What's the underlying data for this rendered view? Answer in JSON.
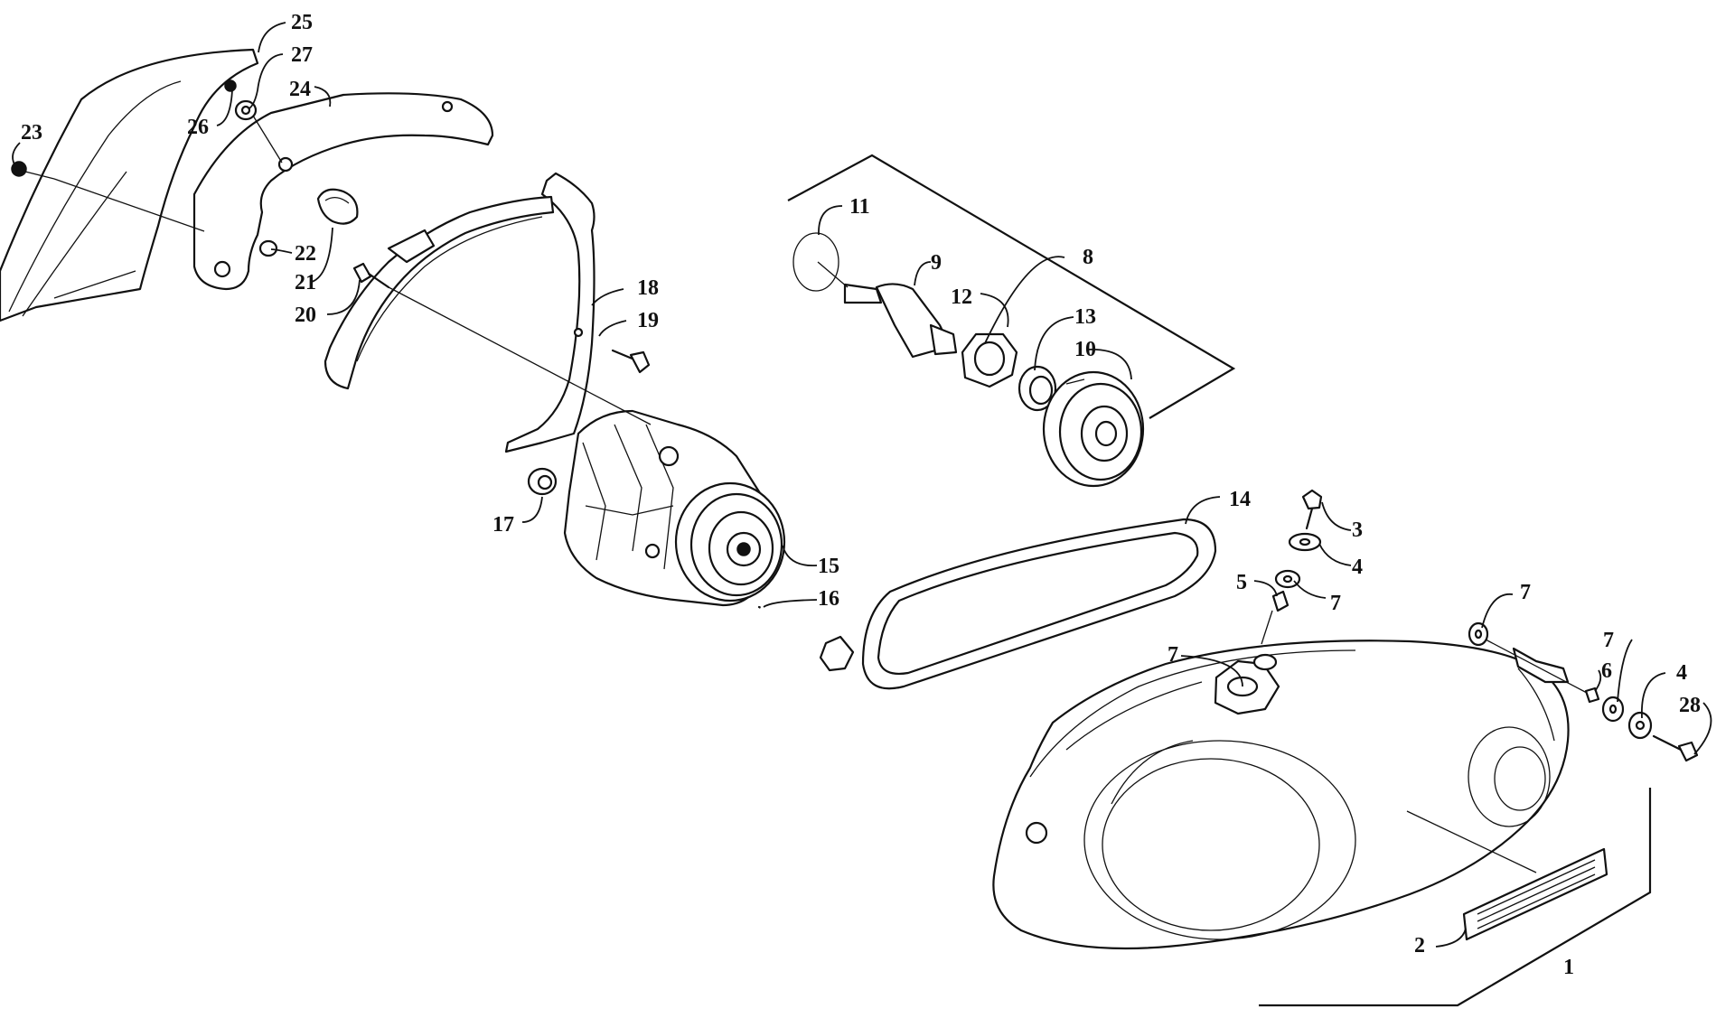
{
  "diagram": {
    "callouts": [
      {
        "id": "c25",
        "label": "25"
      },
      {
        "id": "c27",
        "label": "27"
      },
      {
        "id": "c24",
        "label": "24"
      },
      {
        "id": "c26",
        "label": "26"
      },
      {
        "id": "c23",
        "label": "23"
      },
      {
        "id": "c22",
        "label": "22"
      },
      {
        "id": "c21",
        "label": "21"
      },
      {
        "id": "c20",
        "label": "20"
      },
      {
        "id": "c18",
        "label": "18"
      },
      {
        "id": "c19",
        "label": "19"
      },
      {
        "id": "c17",
        "label": "17"
      },
      {
        "id": "c15",
        "label": "15"
      },
      {
        "id": "c16",
        "label": "16"
      },
      {
        "id": "c11",
        "label": "11"
      },
      {
        "id": "c9",
        "label": "9"
      },
      {
        "id": "c8",
        "label": "8"
      },
      {
        "id": "c12",
        "label": "12"
      },
      {
        "id": "c13",
        "label": "13"
      },
      {
        "id": "c10",
        "label": "10"
      },
      {
        "id": "c14",
        "label": "14"
      },
      {
        "id": "c3",
        "label": "3"
      },
      {
        "id": "c4a",
        "label": "4"
      },
      {
        "id": "c5",
        "label": "5"
      },
      {
        "id": "c7a",
        "label": "7"
      },
      {
        "id": "c7b",
        "label": "7"
      },
      {
        "id": "c7c",
        "label": "7"
      },
      {
        "id": "c7d",
        "label": "7"
      },
      {
        "id": "c6",
        "label": "6"
      },
      {
        "id": "c4b",
        "label": "4"
      },
      {
        "id": "c28",
        "label": "28"
      },
      {
        "id": "c2",
        "label": "2"
      },
      {
        "id": "c1",
        "label": "1"
      }
    ]
  },
  "colors": {
    "ink": "#111111",
    "paper": "#ffffff"
  }
}
